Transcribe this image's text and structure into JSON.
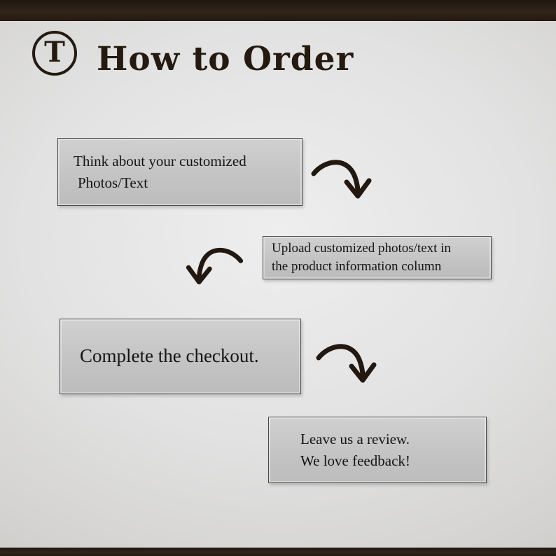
{
  "colors": {
    "bar_brown": "#2a1f15",
    "accent_dark": "#241a10",
    "background_gray": "#d9d8d5",
    "box_fill": "#c6c6c6",
    "box_border": "#4a4a4a",
    "text": "#141414"
  },
  "header": {
    "logo_letter": "T",
    "title": "How to Order"
  },
  "steps": [
    {
      "lines": [
        "Think about your customized",
        "Photos/Text"
      ]
    },
    {
      "lines": [
        "Upload customized photos/text in",
        "the product information column"
      ]
    },
    {
      "lines": [
        "Complete the checkout."
      ]
    },
    {
      "lines": [
        "Leave us a review.",
        "We love feedback!"
      ]
    }
  ]
}
